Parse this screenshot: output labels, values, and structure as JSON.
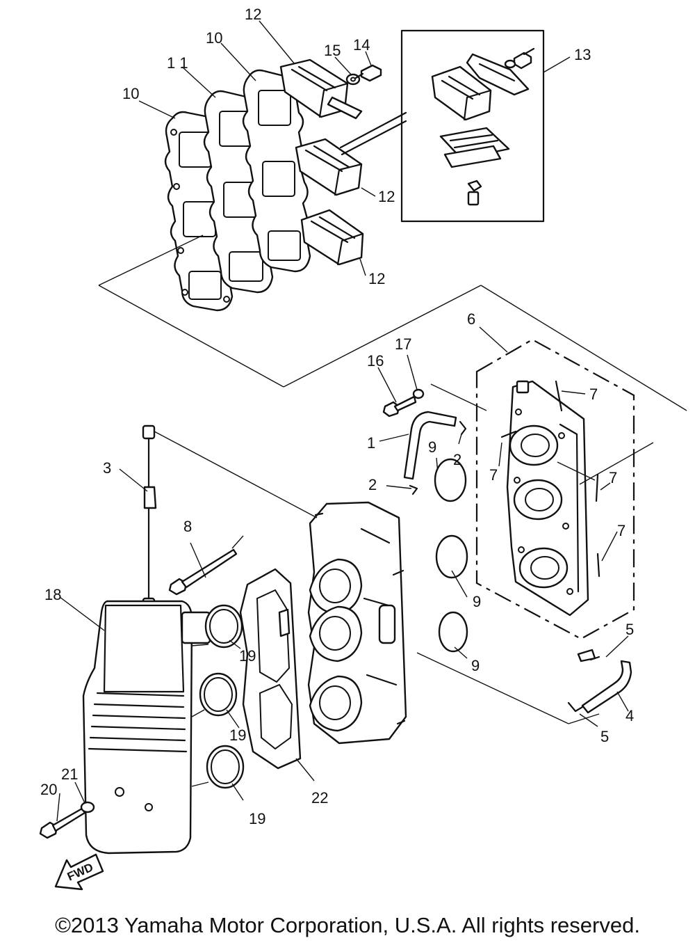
{
  "callouts": {
    "c1": "1",
    "c2a": "2",
    "c2b": "2",
    "c3": "3",
    "c4": "4",
    "c5a": "5",
    "c5b": "5",
    "c6": "6",
    "c7a": "7",
    "c7b": "7",
    "c7c": "7",
    "c7d": "7",
    "c8": "8",
    "c9a": "9",
    "c9b": "9",
    "c9c": "9",
    "c10a": "10",
    "c10b": "10",
    "c11": "1 1",
    "c12a": "12",
    "c12b": "12",
    "c12c": "12",
    "c13": "13",
    "c14": "14",
    "c15": "15",
    "c16": "16",
    "c17": "17",
    "c18": "18",
    "c19a": "19",
    "c19b": "19",
    "c19c": "19",
    "c20": "20",
    "c21": "21",
    "c22": "22"
  },
  "fwd_label": "FWD",
  "copyright": "©2013 Yamaha Motor Corporation, U.S.A. All rights reserved."
}
